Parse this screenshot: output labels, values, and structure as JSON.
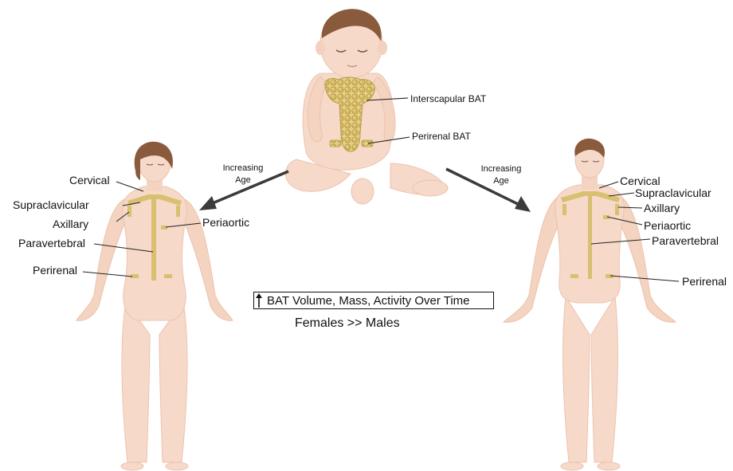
{
  "infant": {
    "labels": {
      "interscapular": "Interscapular BAT",
      "perirenal": "Perirenal BAT"
    }
  },
  "arrows": {
    "left": [
      "Increasing",
      "Age"
    ],
    "right": [
      "Increasing",
      "Age"
    ]
  },
  "female": {
    "labels": {
      "cervical": "Cervical",
      "supraclavicular": "Supraclavicular",
      "axillary": "Axillary",
      "periaortic": "Periaortic",
      "paravertebral": "Paravertebral",
      "perirenal": "Perirenal"
    }
  },
  "male": {
    "labels": {
      "cervical": "Cervical",
      "supraclavicular": "Supraclavicular",
      "axillary": "Axillary",
      "periaortic": "Periaortic",
      "paravertebral": "Paravertebral",
      "perirenal": "Perirenal"
    }
  },
  "summary": {
    "box_text": "BAT Volume, Mass, Activity Over Time",
    "comparison": "Females >> Males"
  },
  "colors": {
    "skin": "#f6d9c9",
    "skin_shade": "#ecc3ae",
    "bat": "#d9c070",
    "bat_dark": "#b79c48",
    "hair": "#8a5a3c",
    "arrow": "#3b3b3b"
  }
}
